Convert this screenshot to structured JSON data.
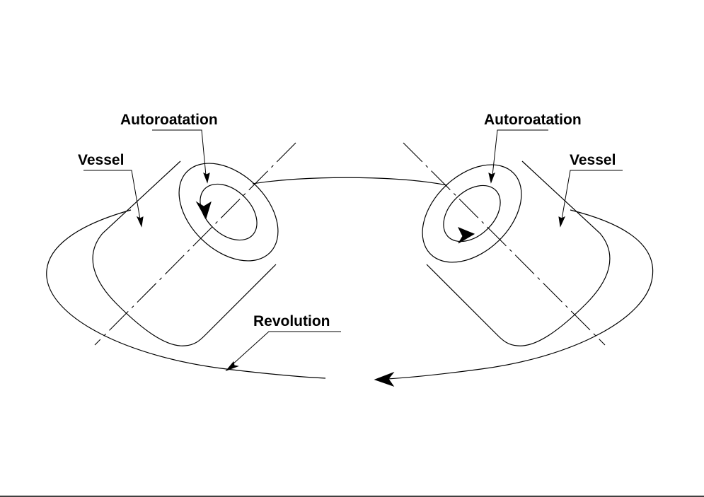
{
  "labels": {
    "autorotation_left": "Autoroatation",
    "autorotation_right": "Autoroatation",
    "vessel_left": "Vessel",
    "vessel_right": "Vessel",
    "revolution": "Revolution"
  },
  "colors": {
    "line": "#000000",
    "background": "#ffffff"
  }
}
